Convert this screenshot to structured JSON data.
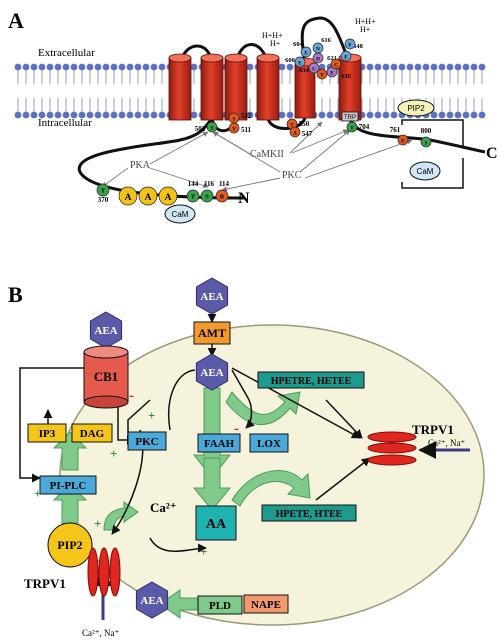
{
  "panel_a": {
    "label": "A",
    "extracellular": "Extracellular",
    "intracellular": "Intracellular",
    "n_terminus": "N",
    "c_terminus": "C",
    "pka": "PKA",
    "pkc": "PKC",
    "camkii": "CaMKII",
    "pip2": "PIP2",
    "cam": "CaM",
    "trp": "TRP",
    "protons_left": "H+H+",
    "protons_left2": "H+",
    "protons_right": "H+H+",
    "protons_right2": "H+",
    "n_residues": [
      {
        "letter": "T",
        "num": "370",
        "color": "#3aa24a"
      },
      {
        "letter": "A",
        "num": "",
        "color": "#f2c21b"
      },
      {
        "letter": "A",
        "num": "",
        "color": "#f2c21b"
      },
      {
        "letter": "A",
        "num": "",
        "color": "#f2c21b"
      },
      {
        "letter": "T",
        "num": "144",
        "color": "#3aa24a"
      },
      {
        "letter": "S",
        "num": "116",
        "color": "#3aa24a"
      },
      {
        "letter": "R",
        "num": "114",
        "color": "#e35b1c"
      }
    ],
    "loop_residues": [
      {
        "letter": "S",
        "num": "502",
        "color": "#3aa24a"
      },
      {
        "letter": "S",
        "num": "512",
        "color": "#e35b1c"
      },
      {
        "letter": "Y",
        "num": "511",
        "color": "#e35b1c"
      },
      {
        "letter": "T",
        "num": "550",
        "color": "#e35b1c"
      },
      {
        "letter": "A",
        "num": "547",
        "color": "#e35b1c"
      },
      {
        "letter": "T",
        "num": "704",
        "color": "#3aa24a"
      },
      {
        "letter": "E",
        "num": "761",
        "color": "#e35b1c"
      },
      {
        "letter": "S",
        "num": "800",
        "color": "#3aa24a"
      }
    ],
    "pore_residues": [
      {
        "letter": "E",
        "num": "600",
        "color": "#6aa6d8"
      },
      {
        "letter": "E",
        "num": "604",
        "color": "#6aa6d8"
      },
      {
        "letter": "N",
        "num": "616",
        "color": "#6aa6d8"
      },
      {
        "letter": "D",
        "num": "621",
        "color": "#a77bc9"
      },
      {
        "letter": "C",
        "num": "634",
        "color": "#a77bc9"
      },
      {
        "letter": "Y",
        "num": "",
        "color": "#e35b1c"
      },
      {
        "letter": "E",
        "num": "636",
        "color": "#a77bc9"
      },
      {
        "letter": "C",
        "num": "",
        "color": "#e35b1c"
      },
      {
        "letter": "E",
        "num": "648",
        "color": "#6aa6d8"
      },
      {
        "letter": "F",
        "num": "",
        "color": "#6aa6d8"
      }
    ]
  },
  "panel_b": {
    "label": "B",
    "aea_out": "AEA",
    "aea_top": "AEA",
    "aea_in": "AEA",
    "aea_bottom": "AEA",
    "amt": "AMT",
    "cb1": "CB1",
    "ip3": "IP3",
    "dag": "DAG",
    "pkc": "PKC",
    "pi_plc": "PI-PLC",
    "pip2": "PIP2",
    "faah": "FAAH",
    "lox": "LOX",
    "aa": "AA",
    "hpetre_hetee": "HPETRE, HETEE",
    "hpete_htee": "HPETE, HTEE",
    "pld": "PLD",
    "nape": "NAPE",
    "ca2": "Ca²⁺",
    "trpv1_right": "TRPV1",
    "trpv1_left": "TRPV1",
    "ions_right": "Ca²⁺, Na⁺",
    "ions_left": "Ca²⁺, Na⁺",
    "plus": "+",
    "minus": "-"
  },
  "colors": {
    "helix": "#d32f1e",
    "membrane_head": "#5b6fc4",
    "cell": "#f5f3dc",
    "hexagon": "#5a5aa8",
    "teal": "#1e9b8e",
    "blue_box": "#4aa9d8",
    "yellow_box": "#f6c51a",
    "green_arrow": "#7fc98a",
    "orange": "#f39a2e",
    "nape": "#f29a6e",
    "cb1": "#e45a4c"
  }
}
